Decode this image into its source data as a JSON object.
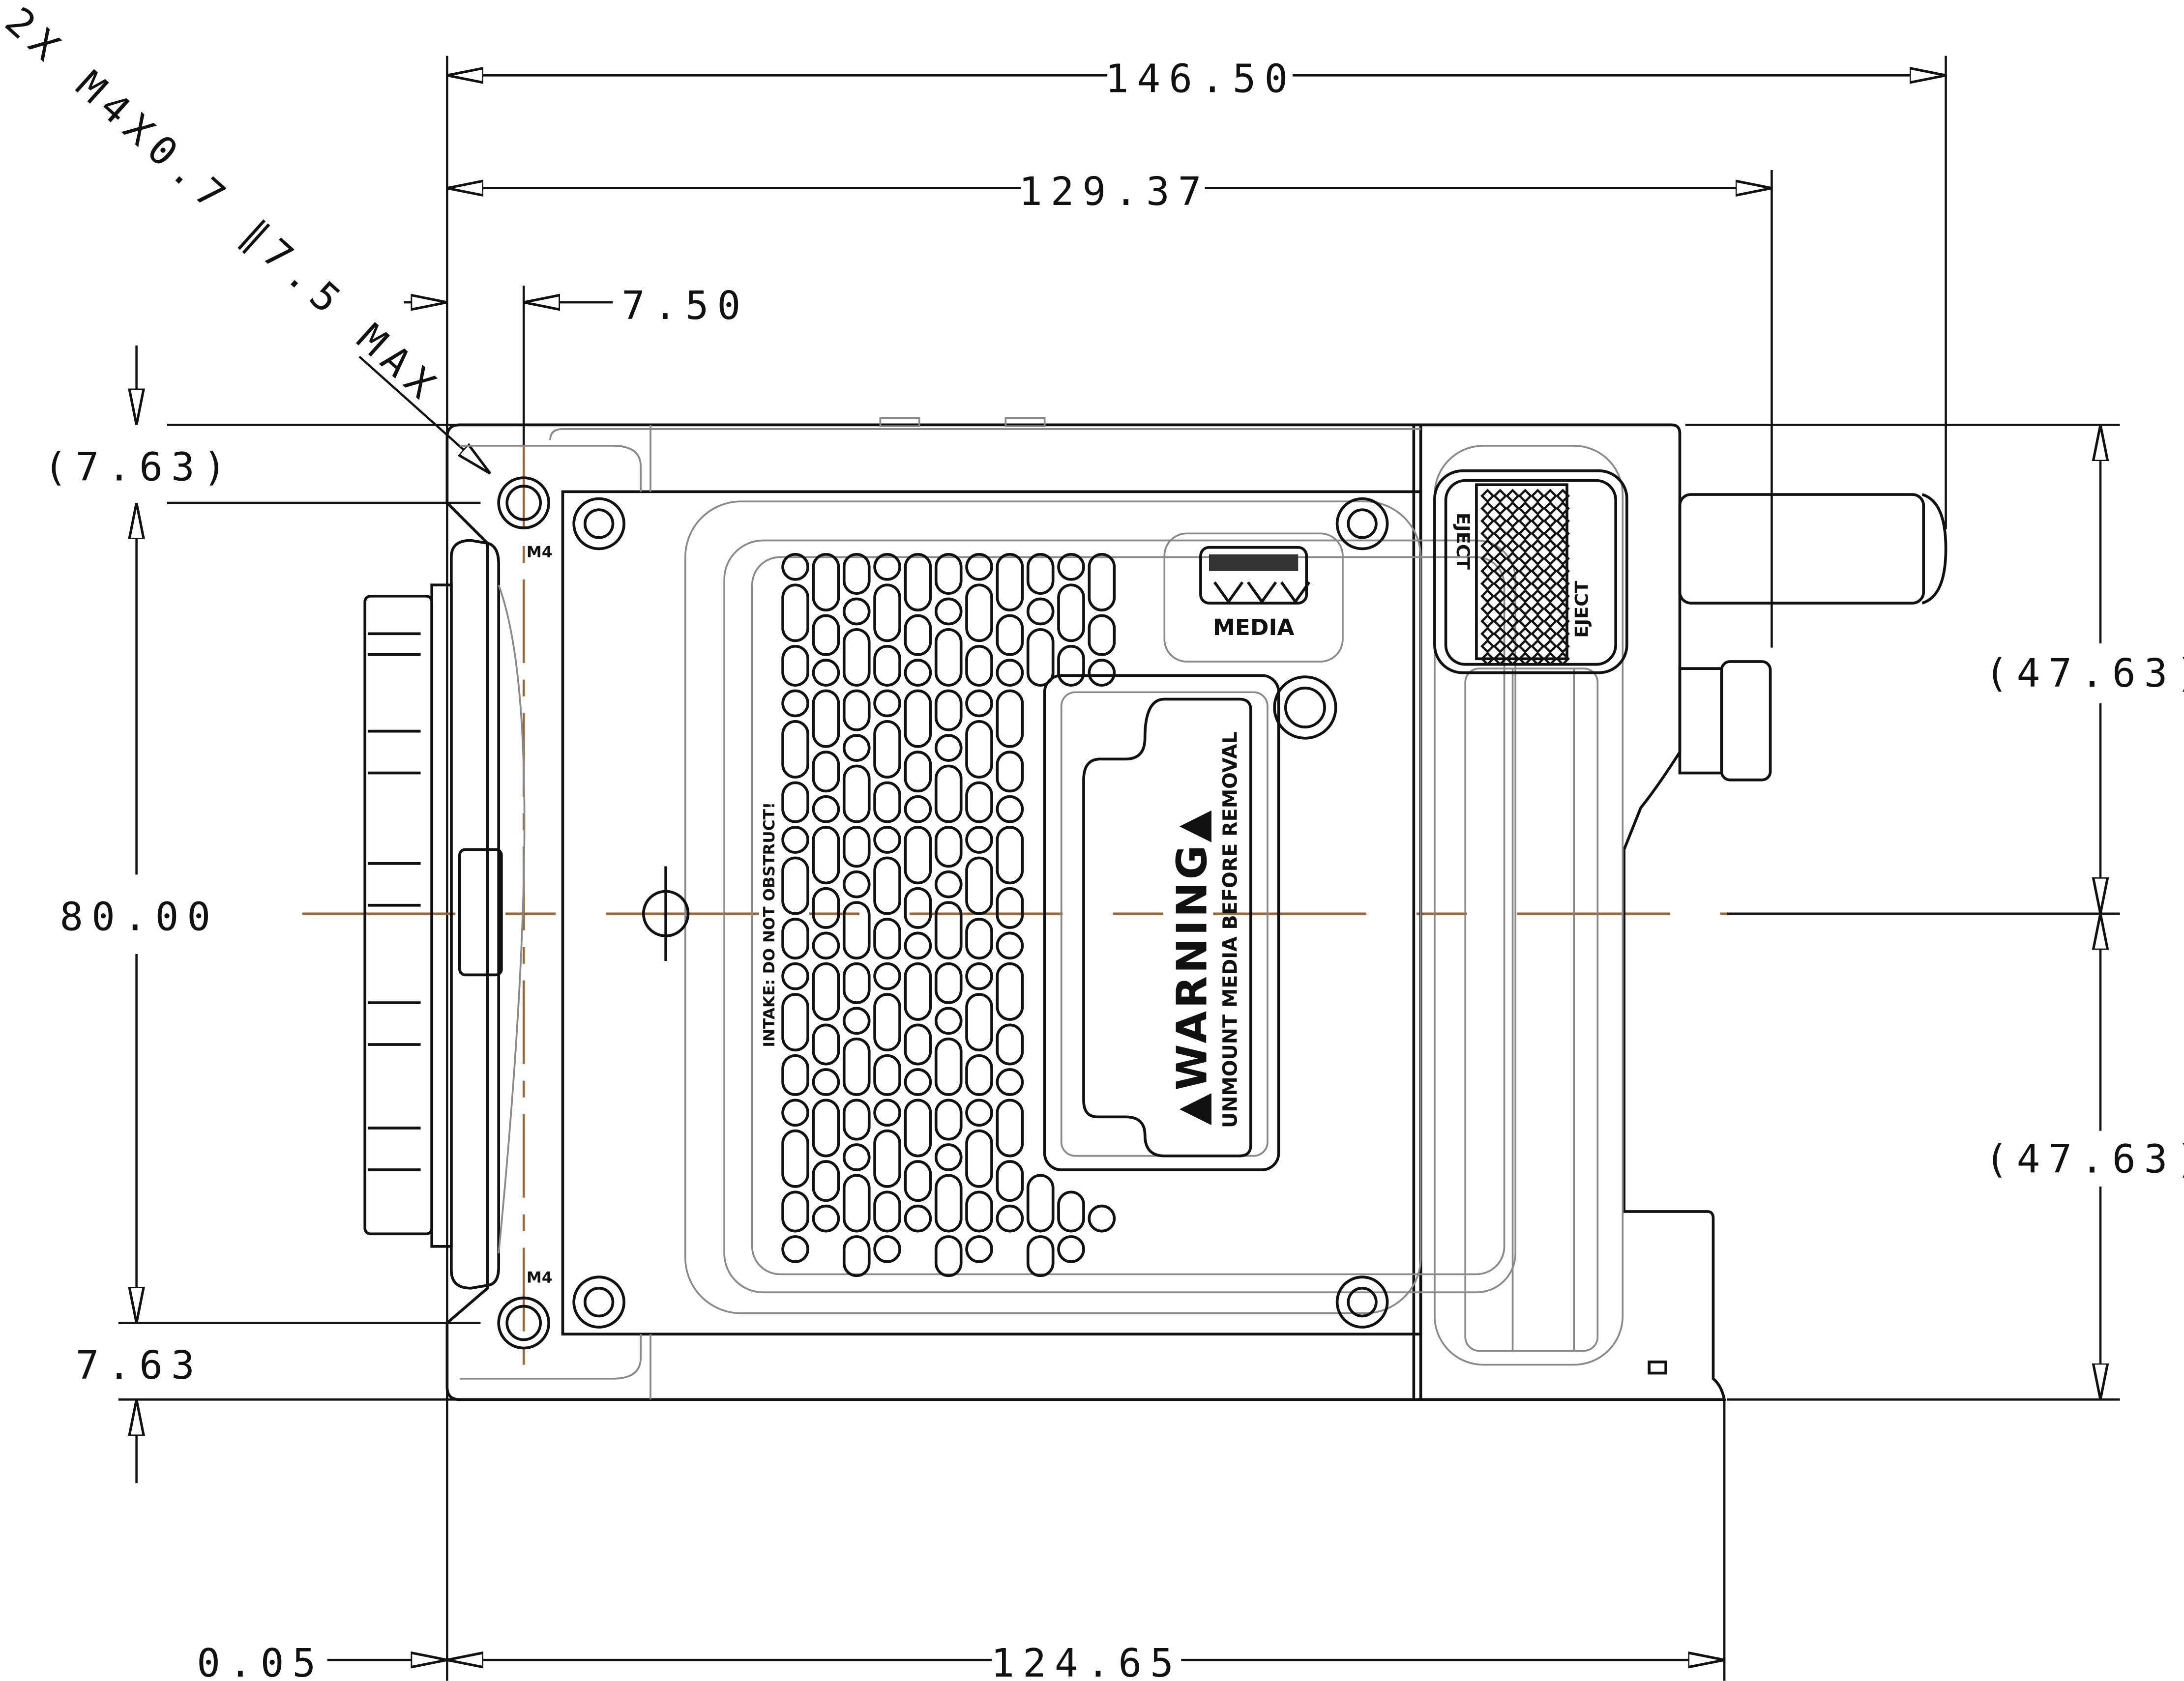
{
  "title": "",
  "dimensions": {
    "overall_width": "146.50",
    "width_to_connector": "129.37",
    "hole_offset_x": "7.50",
    "hole_offset_top": "(7.63)",
    "hole_spacing": "80.00",
    "hole_offset_bottom": "7.63",
    "left_offset": "0.05",
    "body_width": "124.65",
    "upper_half": "(47.63)",
    "lower_half": "(47.63)"
  },
  "callout": "2X M4X0.7 ∥7.5 MAX",
  "hole_labels": [
    "M4",
    "M4"
  ],
  "labels": {
    "media": "MEDIA",
    "warning": "WARNING",
    "warning_sub": "UNMOUNT MEDIA BEFORE REMOVAL",
    "intake": "INTAKE: DO NOT OBSTRUCT!",
    "eject_left": "EJECT",
    "eject_right": "EJECT"
  },
  "colors": {
    "line": "#111111",
    "hidden": "#8a8a8a",
    "centerline": "#a0622a",
    "vent_accent": "#2fa86a"
  }
}
